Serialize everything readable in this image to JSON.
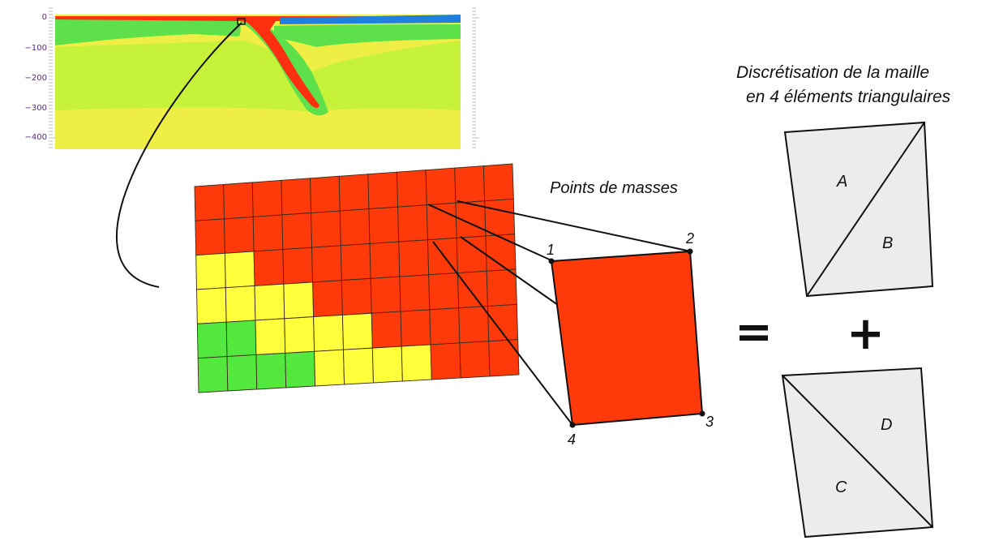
{
  "section_plot": {
    "y_tick_labels": [
      "0",
      "−100",
      "−200",
      "−300",
      "−400"
    ],
    "colors": {
      "crust_red": "#ff3010",
      "ocean_blue": "#2080e0",
      "lithosphere_green": "#5ee04a",
      "upper_mantle_lime": "#c6f23a",
      "lower_mantle_yellow": "#eeee44",
      "slab_dark_red": "#c02010"
    }
  },
  "zoom_grid": {
    "cols": 11,
    "rows": 6,
    "cell_colors_rows": [
      [
        "r",
        "r",
        "r",
        "r",
        "r",
        "r",
        "r",
        "r",
        "r",
        "r",
        "r"
      ],
      [
        "r",
        "r",
        "r",
        "r",
        "r",
        "r",
        "r",
        "r",
        "r",
        "r",
        "r"
      ],
      [
        "y",
        "y",
        "r",
        "r",
        "r",
        "r",
        "r",
        "r",
        "r",
        "r",
        "r"
      ],
      [
        "y",
        "y",
        "y",
        "y",
        "r",
        "r",
        "r",
        "r",
        "r",
        "r",
        "r"
      ],
      [
        "g",
        "g",
        "y",
        "y",
        "y",
        "y",
        "r",
        "r",
        "r",
        "r",
        "r"
      ],
      [
        "g",
        "g",
        "g",
        "g",
        "y",
        "y",
        "y",
        "y",
        "r",
        "r",
        "r"
      ]
    ],
    "palette": {
      "r": "#ff3a0a",
      "y": "#ffff3c",
      "g": "#52e83e"
    }
  },
  "element": {
    "title": "Points de masses",
    "corner_labels": [
      "1",
      "2",
      "3",
      "4"
    ],
    "fill": "#ff3a0a"
  },
  "operators": {
    "equals": "=",
    "plus": "+"
  },
  "discretisation": {
    "title_line1": "Discrétisation de la maille",
    "title_line2": "en 4 éléments triangulaires",
    "upper_labels": [
      "A",
      "B"
    ],
    "lower_labels": [
      "C",
      "D"
    ],
    "fill": "#ececec"
  }
}
